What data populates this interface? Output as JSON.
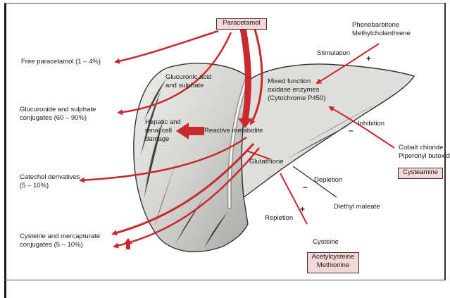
{
  "colors": {
    "arrow": "#c8282e",
    "liver_fill": "#d9d9d6",
    "box_fill": "#f3d7d9",
    "pointer": "#2a2a2a"
  },
  "labels": {
    "paracetamol": "Paracetamol",
    "free_paracetamol": "Free paracetamol (1 – 4%)",
    "glucuronide_l1": "Glucuronide and sulphate",
    "glucuronide_l2": "conjugates (60 – 90%)",
    "catechol_l1": "Catechol derivatives",
    "catechol_l2": "(5 – 10%)",
    "cysteine_conj_l1": "Cysteine and mercapturate",
    "cysteine_conj_l2": "conjugates (5 – 10%)",
    "glucuronic_l1": "Glucuronic acid",
    "glucuronic_l2": "and sulphate",
    "hepatic_l1": "Hepatic and",
    "hepatic_l2": "renal cell",
    "hepatic_l3": "damage",
    "reactive_metabolite": "Reactive metabolite",
    "mixed_l1": "Mixed function",
    "mixed_l2": "oxidase enzymes",
    "mixed_l3": "(Cytochrome P450)",
    "phenobarbitone": "Phenobarbitone",
    "methylcholanthrene": "Methylcholanthrene",
    "stimulation": "Stimulation",
    "plus": "+",
    "minus": "–",
    "inhibition": "Inhibition",
    "cobalt_chloride": "Cobalt chloride",
    "piperonyl_butoxide": "Piperonyl butoxide",
    "cysteamine": "Cysteamine",
    "glutathione": "Glutathione",
    "depletion": "Depletion",
    "diethyl_maleate": "Diethyl maleate",
    "repletion": "Repletion",
    "cysteine": "Cysteine",
    "acetylcysteine": "Acetylcysteine",
    "methionine": "Methionine"
  }
}
